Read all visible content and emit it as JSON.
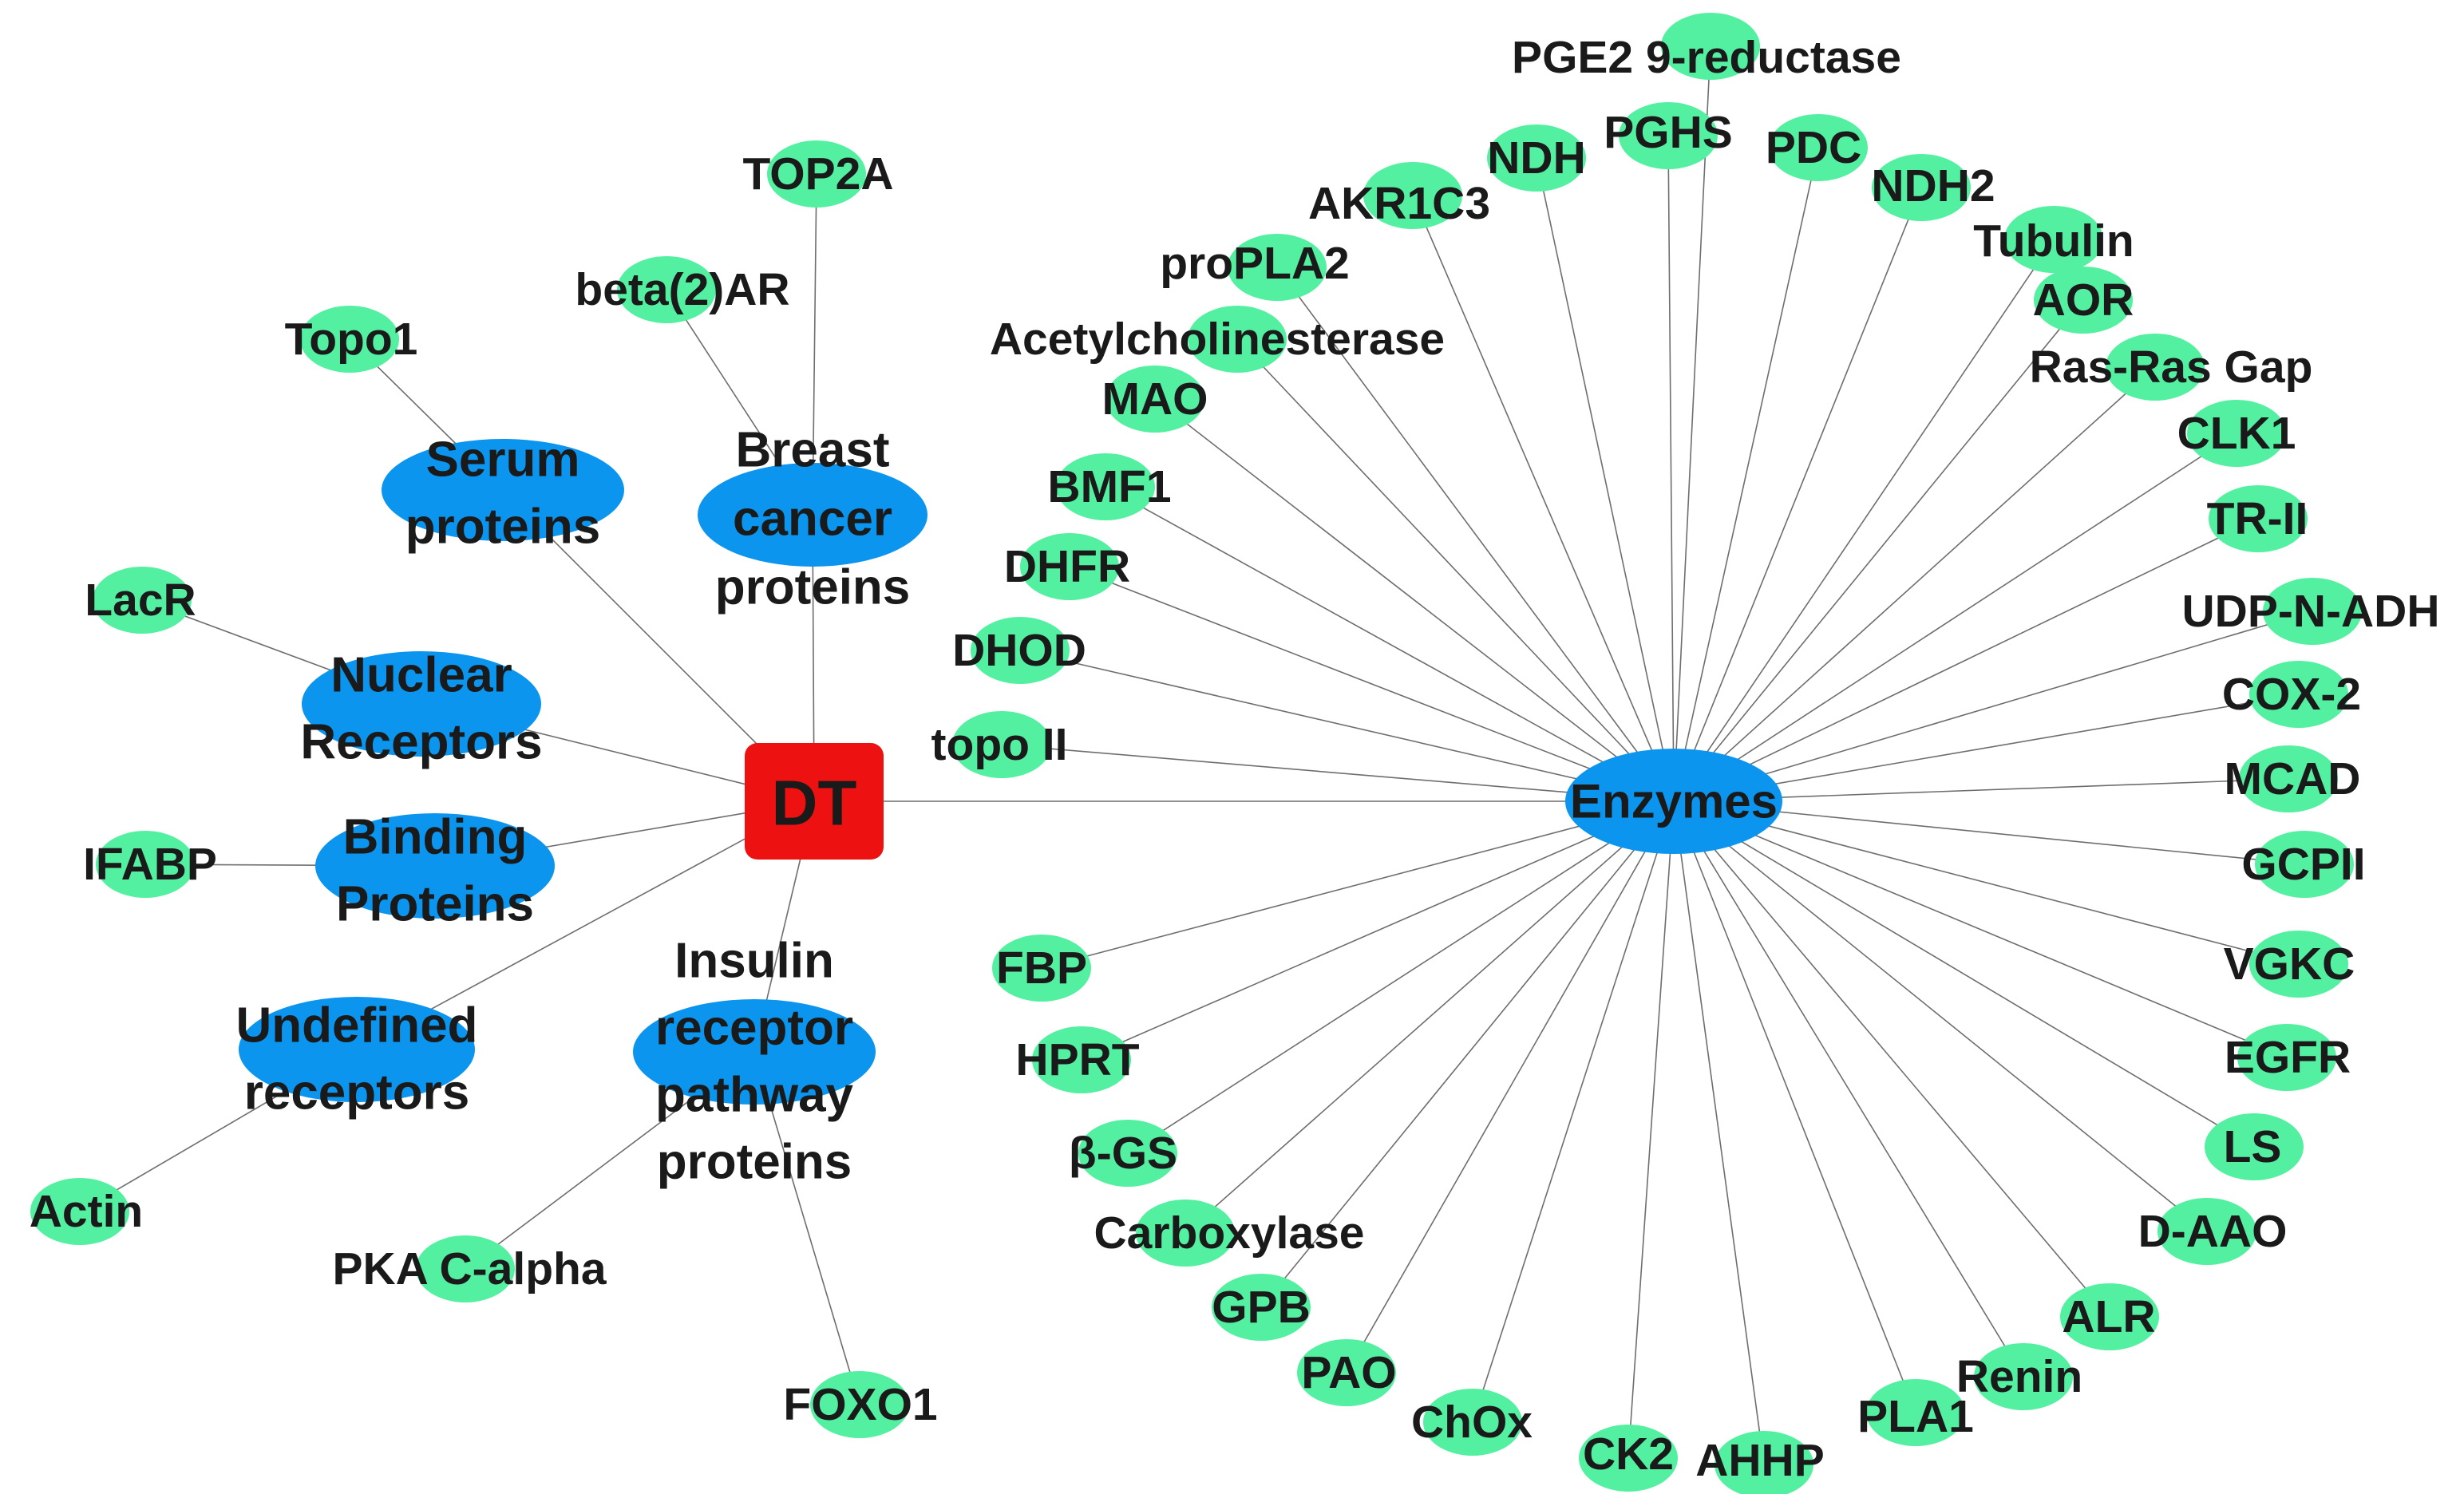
{
  "hub": {
    "label": "DT",
    "color": "#ee1111"
  },
  "colors": {
    "category": "#0b95ee",
    "leaf": "#52f0a0",
    "edge": "#6e6e6e"
  },
  "categories": [
    {
      "id": "serum",
      "lines": [
        "Serum",
        "proteins"
      ]
    },
    {
      "id": "breast",
      "lines": [
        "Breast",
        "cancer",
        "proteins"
      ]
    },
    {
      "id": "nuclear",
      "lines": [
        "Nuclear",
        "Receptors"
      ]
    },
    {
      "id": "binding",
      "lines": [
        "Binding",
        "Proteins"
      ]
    },
    {
      "id": "undefined",
      "lines": [
        "Undefined",
        "receptors"
      ]
    },
    {
      "id": "insulin",
      "lines": [
        "Insulin",
        "receptor",
        "pathway",
        "proteins"
      ]
    },
    {
      "id": "enzymes",
      "lines": [
        "Enzymes"
      ]
    }
  ],
  "leaves": [
    {
      "id": "topo1",
      "label": "Topo1",
      "parent": "serum"
    },
    {
      "id": "top2a",
      "label": "TOP2A",
      "parent": "breast"
    },
    {
      "id": "beta2ar",
      "label": "beta(2)AR",
      "parent": "breast"
    },
    {
      "id": "lacr",
      "label": "LacR",
      "parent": "nuclear"
    },
    {
      "id": "ifabp",
      "label": "IFABP",
      "parent": "binding"
    },
    {
      "id": "actin",
      "label": "Actin",
      "parent": "undefined"
    },
    {
      "id": "pka",
      "label": "PKA C-alpha",
      "parent": "insulin"
    },
    {
      "id": "foxo1",
      "label": "FOXO1",
      "parent": "insulin"
    },
    {
      "id": "pge2",
      "label": "PGE2 9-reductase",
      "parent": "enzymes"
    },
    {
      "id": "pghs",
      "label": "PGHS",
      "parent": "enzymes"
    },
    {
      "id": "ndh",
      "label": "NDH",
      "parent": "enzymes"
    },
    {
      "id": "pdc",
      "label": "PDC",
      "parent": "enzymes"
    },
    {
      "id": "ndh2",
      "label": "NDH2",
      "parent": "enzymes"
    },
    {
      "id": "akr1c3",
      "label": "AKR1C3",
      "parent": "enzymes"
    },
    {
      "id": "tubulin",
      "label": "Tubulin",
      "parent": "enzymes"
    },
    {
      "id": "propla2",
      "label": "proPLA2",
      "parent": "enzymes"
    },
    {
      "id": "aor",
      "label": "AOR",
      "parent": "enzymes"
    },
    {
      "id": "ache",
      "label": "Acetylcholinesterase",
      "parent": "enzymes"
    },
    {
      "id": "rasgap",
      "label": "Ras-Ras Gap",
      "parent": "enzymes"
    },
    {
      "id": "mao",
      "label": "MAO",
      "parent": "enzymes"
    },
    {
      "id": "clk1",
      "label": "CLK1",
      "parent": "enzymes"
    },
    {
      "id": "bmf1",
      "label": "BMF1",
      "parent": "enzymes"
    },
    {
      "id": "trii",
      "label": "TR-II",
      "parent": "enzymes"
    },
    {
      "id": "dhfr",
      "label": "DHFR",
      "parent": "enzymes"
    },
    {
      "id": "udp",
      "label": "UDP-N-ADH",
      "parent": "enzymes"
    },
    {
      "id": "dhod",
      "label": "DHOD",
      "parent": "enzymes"
    },
    {
      "id": "cox2",
      "label": "COX-2",
      "parent": "enzymes"
    },
    {
      "id": "topoii",
      "label": "topo II",
      "parent": "enzymes"
    },
    {
      "id": "mcad",
      "label": "MCAD",
      "parent": "enzymes"
    },
    {
      "id": "gcpii",
      "label": "GCPII",
      "parent": "enzymes"
    },
    {
      "id": "fbp",
      "label": "FBP",
      "parent": "enzymes"
    },
    {
      "id": "vgkc",
      "label": "VGKC",
      "parent": "enzymes"
    },
    {
      "id": "hprt",
      "label": "HPRT",
      "parent": "enzymes"
    },
    {
      "id": "egfr",
      "label": "EGFR",
      "parent": "enzymes"
    },
    {
      "id": "bgs",
      "label": "β-GS",
      "parent": "enzymes"
    },
    {
      "id": "ls",
      "label": "LS",
      "parent": "enzymes"
    },
    {
      "id": "carbox",
      "label": "Carboxylase",
      "parent": "enzymes"
    },
    {
      "id": "daao",
      "label": "D-AAO",
      "parent": "enzymes"
    },
    {
      "id": "gpb",
      "label": "GPB",
      "parent": "enzymes"
    },
    {
      "id": "alr",
      "label": "ALR",
      "parent": "enzymes"
    },
    {
      "id": "pao",
      "label": "PAO",
      "parent": "enzymes"
    },
    {
      "id": "renin",
      "label": "Renin",
      "parent": "enzymes"
    },
    {
      "id": "chox",
      "label": "ChOx",
      "parent": "enzymes"
    },
    {
      "id": "pla1",
      "label": "PLA1",
      "parent": "enzymes"
    },
    {
      "id": "ck2",
      "label": "CK2",
      "parent": "enzymes"
    },
    {
      "id": "ahhp",
      "label": "AHHP",
      "parent": "enzymes"
    }
  ]
}
